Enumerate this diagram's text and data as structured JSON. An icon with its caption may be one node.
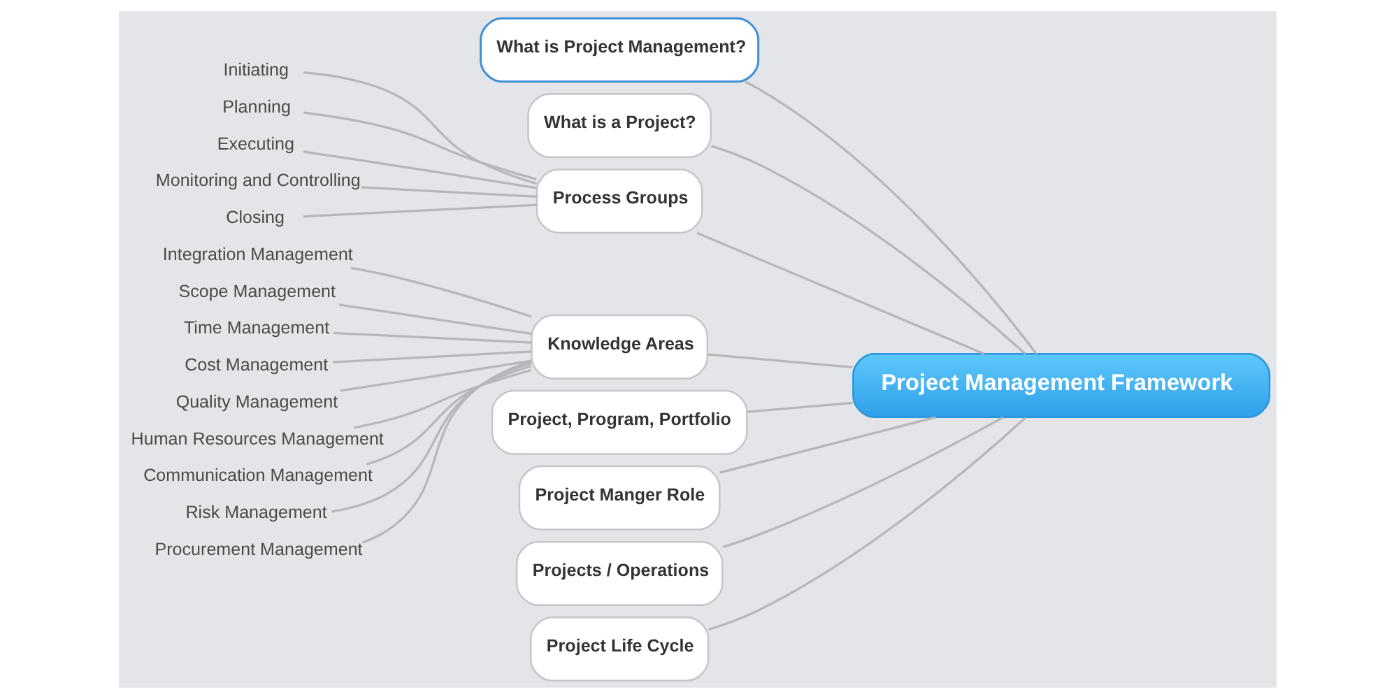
{
  "diagram": {
    "nodes": [
      {
        "text": [
          "Project Management Framework"
        ]
      },
      {
        "text": [
          "What is Project Management?"
        ]
      },
      {
        "text": [
          "What is a Project?"
        ]
      },
      {
        "text": [
          "Process Groups"
        ]
      },
      {
        "text": [
          "Initiating"
        ]
      },
      {
        "text": [
          "Planning"
        ]
      },
      {
        "text": [
          "Executing"
        ]
      },
      {
        "text": [
          "Monitoring and Controlling"
        ]
      },
      {
        "text": [
          "Closing"
        ]
      },
      {
        "text": [
          "Knowledge Areas"
        ]
      },
      {
        "text": [
          "Integration Management"
        ]
      },
      {
        "text": [
          "Scope Management"
        ]
      },
      {
        "text": [
          "Time Management"
        ]
      },
      {
        "text": [
          "Cost Management"
        ]
      },
      {
        "text": [
          "Quality Management"
        ]
      },
      {
        "text": [
          "Human Resources Management"
        ]
      },
      {
        "text": [
          "Communication Management"
        ]
      },
      {
        "text": [
          "Risk Management"
        ]
      },
      {
        "text": [
          "Procurement Management"
        ]
      },
      {
        "text": [
          "Project, Program, Portfolio"
        ]
      },
      {
        "text": [
          "Project Manger Role"
        ]
      },
      {
        "text": [
          "Projects / Operations"
        ]
      },
      {
        "text": [
          "Project Life Cycle"
        ]
      }
    ],
    "edges": [
      {
        "from": 0,
        "to": 1,
        "arrow": "none"
      },
      {
        "from": 0,
        "to": 2,
        "arrow": "none"
      },
      {
        "from": 0,
        "to": 3,
        "arrow": "none"
      },
      {
        "from": 3,
        "to": 4,
        "arrow": "none"
      },
      {
        "from": 3,
        "to": 5,
        "arrow": "none"
      },
      {
        "from": 3,
        "to": 6,
        "arrow": "none"
      },
      {
        "from": 3,
        "to": 7,
        "arrow": "none"
      },
      {
        "from": 3,
        "to": 8,
        "arrow": "none"
      },
      {
        "from": 0,
        "to": 9,
        "arrow": "none"
      },
      {
        "from": 9,
        "to": 10,
        "arrow": "none"
      },
      {
        "from": 9,
        "to": 11,
        "arrow": "none"
      },
      {
        "from": 9,
        "to": 12,
        "arrow": "none"
      },
      {
        "from": 9,
        "to": 13,
        "arrow": "none"
      },
      {
        "from": 9,
        "to": 14,
        "arrow": "none"
      },
      {
        "from": 9,
        "to": 15,
        "arrow": "none"
      },
      {
        "from": 9,
        "to": 16,
        "arrow": "none"
      },
      {
        "from": 9,
        "to": 17,
        "arrow": "none"
      },
      {
        "from": 9,
        "to": 18,
        "arrow": "none"
      },
      {
        "from": 0,
        "to": 19,
        "arrow": "none"
      },
      {
        "from": 0,
        "to": 20,
        "arrow": "none"
      },
      {
        "from": 0,
        "to": 21,
        "arrow": "none"
      },
      {
        "from": 0,
        "to": 22,
        "arrow": "none"
      }
    ]
  }
}
